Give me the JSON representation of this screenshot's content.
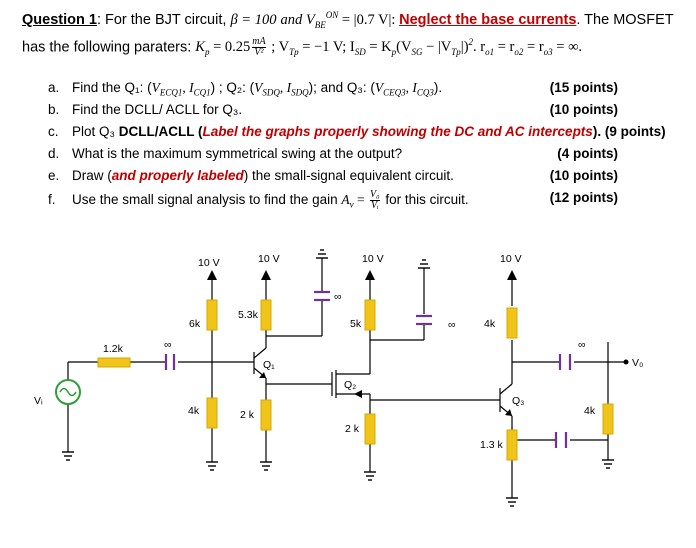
{
  "question": {
    "label": "Question 1",
    "intro": ": For the BJT circuit,",
    "beta": "β = 100",
    "and_vbe": "and V",
    "vbe_sub": "BE",
    "vbe_sup": "ON",
    "vbe_val": " = |0.7 V|: ",
    "neglect": "Neglect the base currents",
    "mosfet": ". The MOSFET",
    "line2_start": "has the following paraters: ",
    "kp": "K",
    "kp_sub": "p",
    "kp_val": " = 0.25",
    "kp_unit_top": "mA",
    "kp_unit_bot": "V²",
    "vtp": " ; V",
    "vtp_sub": "Tp",
    "vtp_val": " = −1 V; I",
    "isd_sub": "SD",
    "isd_eq": " = K",
    "isd_kp_sub": "p",
    "isd_expr": "(V",
    "vsg_sub": "SG",
    "isd_mid": " − |V",
    "vtp2_sub": "Tp",
    "isd_end": "|)",
    "isd_sq": "2",
    "ro_text": ". r",
    "ro1_sub": "o1",
    "ro_eq1": " = r",
    "ro2_sub": "o2",
    "ro_eq2": " = r",
    "ro3_sub": "o3",
    "ro_end": " = ∞."
  },
  "items": [
    {
      "letter": "a.",
      "points": "(15 points)"
    },
    {
      "letter": "b.",
      "text": "Find the DCLL/ ACLL for Q₃.",
      "points": "(10 points)"
    },
    {
      "letter": "c.",
      "text_a": "Plot Q₃ ",
      "text_b": "DCLL/ACLL",
      "text_c": "Label the graphs properly showing the DC and AC intercepts",
      "points": ". (9 points)"
    },
    {
      "letter": "d.",
      "text": "What is the maximum symmetrical swing at the output?",
      "points": "(4 points)"
    },
    {
      "letter": "e.",
      "text_a": "Draw (",
      "text_b": "and properly labeled",
      "text_c": ") the small-signal equivalent circuit.",
      "points": "(10 points)"
    },
    {
      "letter": "f.",
      "text_a": "Use the small signal analysis to find the gain ",
      "text_b": " for this circuit.",
      "points": "(12 points)"
    }
  ],
  "item_a": {
    "find": "Find the Q₁: (",
    "vceq1": "V",
    "vceq1_sub": "ECQ1",
    "comma": ", ",
    "icq1": "I",
    "icq1_sub": "CQ1",
    "close_q2": ") ; Q₂: (",
    "vsdq": "V",
    "vsdq_sub": "SDQ",
    "isdq": "I",
    "isdq_sub": "SDQ",
    "close_q3": "); and Q₃: (",
    "vceq3": "V",
    "vceq3_sub": "CEQ3",
    "icq3": "I",
    "icq3_sub": "CQ3",
    "end": ")."
  },
  "gain": {
    "av": "A",
    "av_sub": "v",
    "eq": " = ",
    "num": "V₀",
    "den": "Vᵢ"
  },
  "circuit": {
    "supplies": [
      "10 V",
      "10 V",
      "10 V",
      "10 V"
    ],
    "resistors": [
      "6k",
      "5.3k",
      "5k",
      "4k",
      "1.2k",
      "4k",
      "2 k",
      "2 k",
      "1.3 k",
      "4k"
    ],
    "caps": [
      "∞",
      "∞",
      "∞",
      "∞"
    ],
    "transistors": [
      "Q₁",
      "Q₂",
      "Q₃"
    ],
    "vi": "Vᵢ",
    "vo": "V₀",
    "colors": {
      "resistor": "#f0c419",
      "capacitor": "#7030a0",
      "source": "#2e9e3a"
    }
  }
}
